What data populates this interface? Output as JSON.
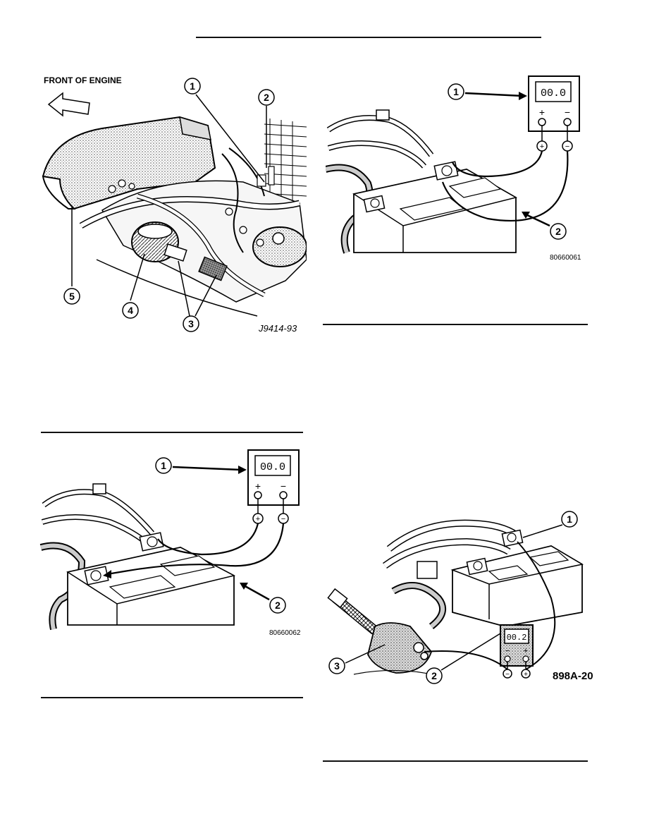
{
  "fig_engine": {
    "front_label": "FRONT OF ENGINE",
    "callouts": [
      "1",
      "2",
      "3",
      "4",
      "5"
    ],
    "figure_id": "J9414-93"
  },
  "fig_meter_top_right": {
    "callouts": [
      "1",
      "2"
    ],
    "meter_reading": "00.0",
    "figure_id": "80660061"
  },
  "fig_meter_bottom_left": {
    "callouts": [
      "1",
      "2"
    ],
    "meter_reading": "00.0",
    "figure_id": "80660062"
  },
  "fig_starter": {
    "callouts": [
      "1",
      "2",
      "3"
    ],
    "meter_reading": "00.2",
    "figure_id": "898A-20"
  },
  "symbols": {
    "plus": "+",
    "minus": "−"
  }
}
